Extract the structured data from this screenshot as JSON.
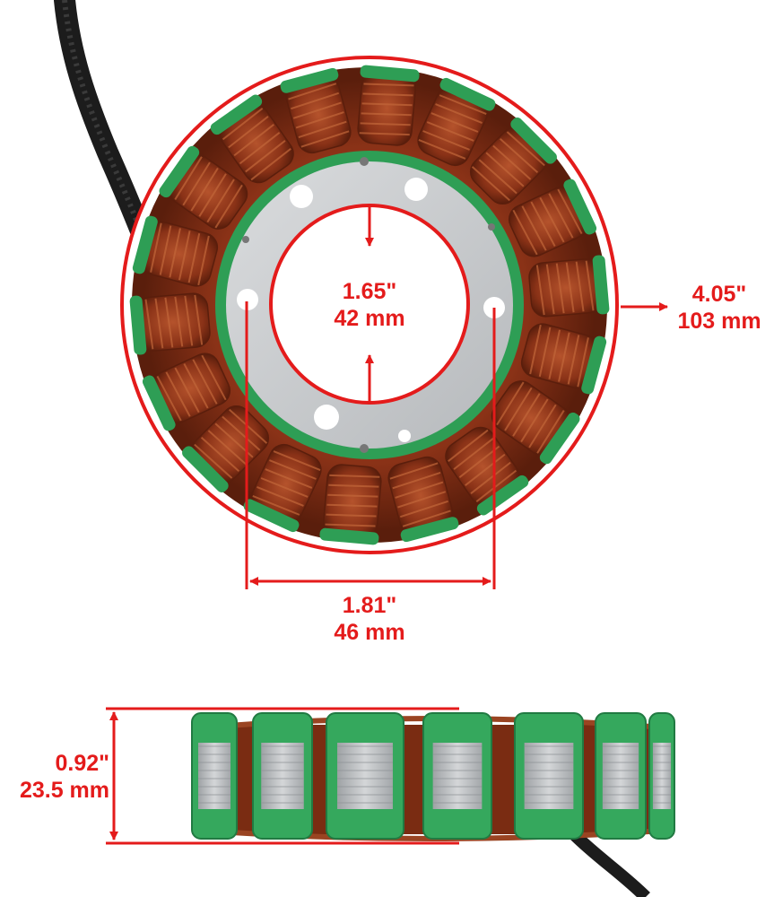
{
  "colors": {
    "dimension": "#e41b1b",
    "insulation_green": "#2e9e55",
    "copper": "#8a3217",
    "steel_plate": "#c9ccce",
    "cable": "#1c1c1c"
  },
  "dimensions": {
    "outer_diameter": {
      "imperial": "4.05\"",
      "metric": "103 mm"
    },
    "inner_bore": {
      "imperial": "1.65\"",
      "metric": "42 mm"
    },
    "bolt_spacing": {
      "imperial": "1.81\"",
      "metric": "46 mm"
    },
    "thickness": {
      "imperial": "0.92\"",
      "metric": "23.5 mm"
    }
  }
}
